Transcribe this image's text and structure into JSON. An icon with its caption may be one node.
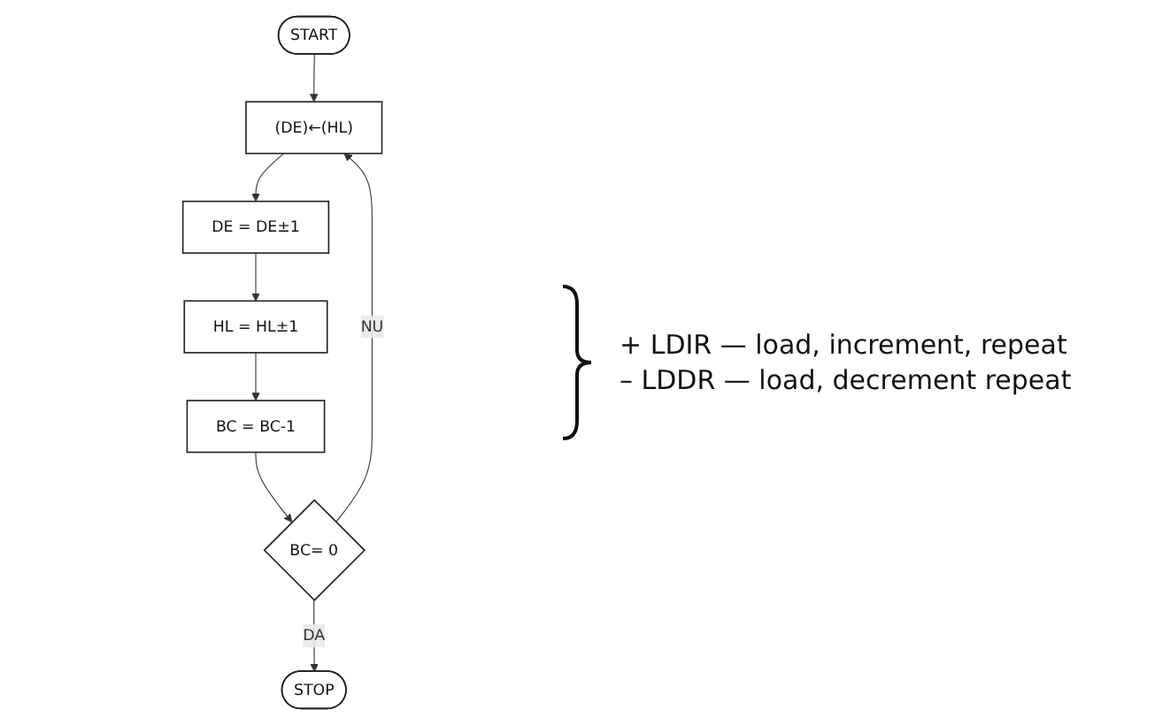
{
  "diagram": {
    "nodes": [
      {
        "text": [
          "START"
        ]
      },
      {
        "text": [
          "(DE)←(HL)"
        ]
      },
      {
        "text": [
          "DE = DE±1"
        ]
      },
      {
        "text": [
          "HL = HL±1"
        ]
      },
      {
        "text": [
          "BC = BC-1"
        ]
      },
      {
        "text": [
          "BC= 0"
        ]
      },
      {
        "text": [
          "STOP"
        ]
      }
    ],
    "edges": [
      {
        "from": 0,
        "to": 1,
        "arrow": "to"
      },
      {
        "from": 1,
        "to": 2,
        "arrow": "to"
      },
      {
        "from": 2,
        "to": 3,
        "arrow": "to"
      },
      {
        "from": 3,
        "to": 4,
        "arrow": "to"
      },
      {
        "from": 4,
        "to": 5,
        "arrow": "to"
      },
      {
        "from": 5,
        "to": 1,
        "arrow": "to",
        "label": "NU"
      },
      {
        "from": 5,
        "to": 6,
        "arrow": "to",
        "label": "DA"
      }
    ],
    "labels": [
      "+ LDIR — load, increment, repeat",
      "– LDDR — load, decrement repeat"
    ]
  }
}
